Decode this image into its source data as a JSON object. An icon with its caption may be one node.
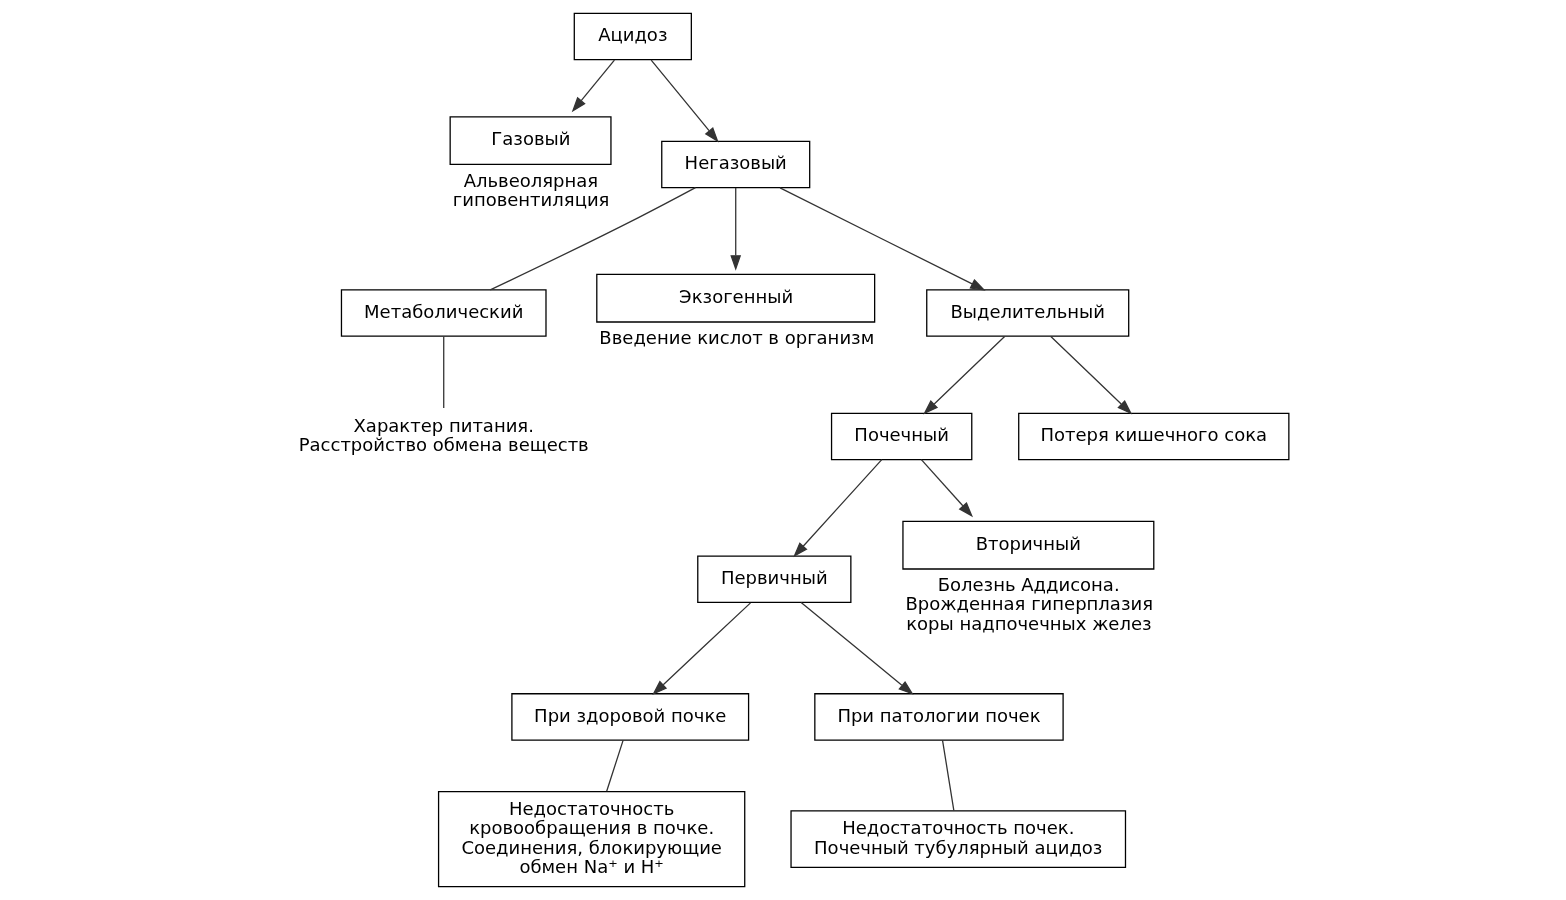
{
  "diagram": {
    "nodes": [
      {
        "text": [
          "Ацидоз"
        ]
      },
      {
        "text": [
          "Газовый"
        ],
        "beside": [
          "Альвеолярная гиповентиляция"
        ]
      },
      {
        "text": [
          "Негазовый"
        ]
      },
      {
        "text": [
          "Метаболический"
        ]
      },
      {
        "text": [
          "Характер питания. Расстройство обмена веществ"
        ]
      },
      {
        "text": [
          "Экзогенный"
        ],
        "beside": [
          "Введение кислот в организм"
        ]
      },
      {
        "text": [
          "Выделительный"
        ]
      },
      {
        "text": [
          "Почечный"
        ]
      },
      {
        "text": [
          "Потеря кишечного сока"
        ]
      },
      {
        "text": [
          "Первичный"
        ]
      },
      {
        "text": [
          "Вторичный"
        ],
        "beside": [
          "Болезнь Аддисона. Врожденная гиперплазия коры надпочечных желез"
        ]
      },
      {
        "text": [
          "При здоровой почке"
        ]
      },
      {
        "text": [
          "При патологии почек"
        ]
      },
      {
        "text": [
          "Недостаточность кровообращения в почке. Соединения, блокирующие обмен Na⁺ и H⁺"
        ]
      },
      {
        "text": [
          "Недостаточность почек. Почечный тубулярный ацидоз"
        ]
      }
    ],
    "edges": [
      {
        "from": 0,
        "to": 1,
        "arrow": "to"
      },
      {
        "from": 0,
        "to": 2,
        "arrow": "to"
      },
      {
        "from": 2,
        "to": 3,
        "arrow": "none"
      },
      {
        "from": 3,
        "to": 4,
        "arrow": "none"
      },
      {
        "from": 2,
        "to": 5,
        "arrow": "to"
      },
      {
        "from": 2,
        "to": 6,
        "arrow": "to"
      },
      {
        "from": 6,
        "to": 7,
        "arrow": "to"
      },
      {
        "from": 6,
        "to": 8,
        "arrow": "to"
      },
      {
        "from": 7,
        "to": 9,
        "arrow": "to"
      },
      {
        "from": 7,
        "to": 10,
        "arrow": "to"
      },
      {
        "from": 9,
        "to": 11,
        "arrow": "to"
      },
      {
        "from": 9,
        "to": 12,
        "arrow": "to"
      },
      {
        "from": 11,
        "to": 13,
        "arrow": "none"
      },
      {
        "from": 12,
        "to": 14,
        "arrow": "none"
      }
    ]
  }
}
